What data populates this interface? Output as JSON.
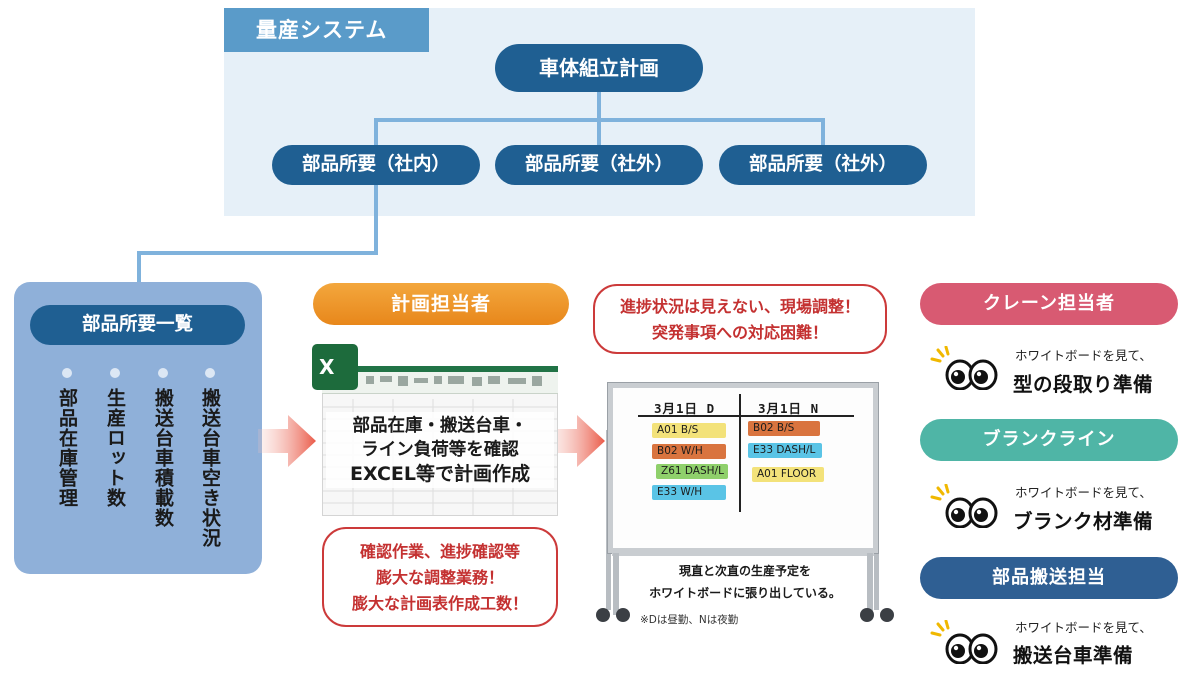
{
  "system": {
    "tag": "量産システム",
    "plan": "車体組立計画",
    "parts": [
      "部品所要（社内）",
      "部品所要（社外）",
      "部品所要（社外）"
    ]
  },
  "parts_list": {
    "title": "部品所要一覧",
    "items": [
      "部品在庫管理",
      "生産ロット数",
      "搬送台車積載数",
      "搬送台車空き状況"
    ]
  },
  "planner": {
    "title": "計画担当者",
    "excel_lines": [
      "部品在庫・搬送台車・",
      "ライン負荷等を確認",
      "EXCEL等で計画作成"
    ],
    "callout_lines": [
      "確認作業、進捗確認等",
      "膨大な調整業務！",
      "膨大な計画表作成工数！"
    ]
  },
  "whiteboard": {
    "callout_lines": [
      "進捗状況は見えない、現場調整！",
      "突発事項への対応困難！"
    ],
    "head_day": "3月1日 D",
    "head_night": "3月1日 N",
    "tags_day": [
      {
        "text": "A01 B/S",
        "color": "#f3e27a"
      },
      {
        "text": "B02 W/H",
        "color": "#d9743f"
      },
      {
        "text": "Z61 DASH/L",
        "color": "#8fd06b"
      },
      {
        "text": "E33 W/H",
        "color": "#5ac4e6"
      }
    ],
    "tags_night": [
      {
        "text": "B02 B/S",
        "color": "#d9743f"
      },
      {
        "text": "E33 DASH/L",
        "color": "#5ac4e6"
      },
      {
        "text": "A01 FLOOR",
        "color": "#f3e27a"
      }
    ],
    "note_lines": [
      "現直と次直の生産予定を",
      "ホワイトボードに張り出している。"
    ],
    "footnote": "※Dは昼勤、Nは夜勤"
  },
  "roles": [
    {
      "title": "クレーン担当者",
      "sub": "ホワイトボードを見て、",
      "main": "型の段取り準備",
      "color": "#d85a72"
    },
    {
      "title": "ブランクライン",
      "sub": "ホワイトボードを見て、",
      "main": "ブランク材準備",
      "color": "#4fb5a6"
    },
    {
      "title": "部品搬送担当",
      "sub": "ホワイトボードを見て、",
      "main": "搬送台車準備",
      "color": "#2f5f93"
    }
  ],
  "excel_icon": "excel-icon",
  "eyes_icon": "googly-eyes-icon"
}
